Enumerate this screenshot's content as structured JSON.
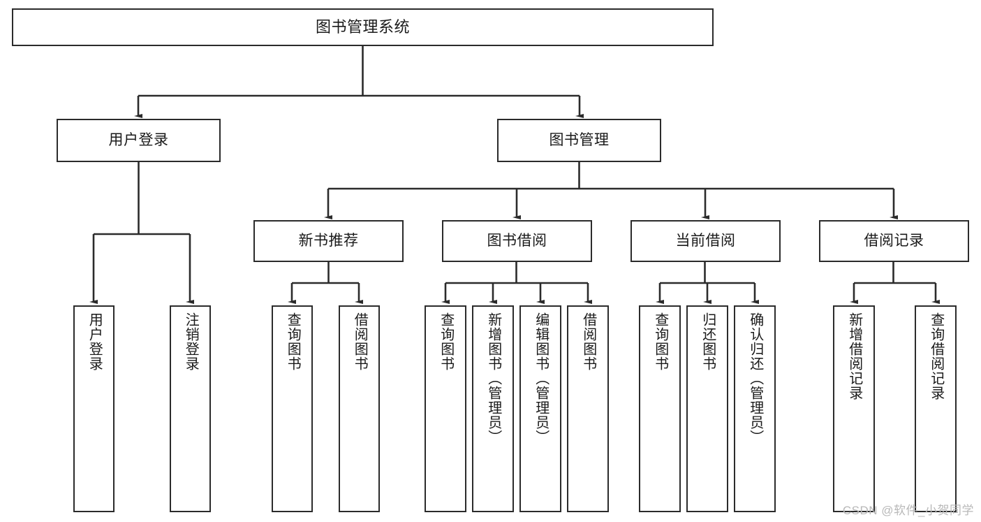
{
  "diagram": {
    "title": "图书管理系统",
    "type": "hierarchy-tree",
    "watermark": "CSDN @软件_小贺同学",
    "colors": {
      "node_border": "#2b2b2b",
      "node_fill": "#ffffff",
      "edge": "#2b2b2b",
      "text": "#1a1a1a",
      "watermark": "#b8b8b8",
      "background": "#ffffff"
    },
    "nodes": {
      "root": {
        "label": "图书管理系统"
      },
      "level2": [
        {
          "label": "用户登录"
        },
        {
          "label": "图书管理"
        }
      ],
      "level3": [
        {
          "label": "新书推荐"
        },
        {
          "label": "图书借阅"
        },
        {
          "label": "当前借阅"
        },
        {
          "label": "借阅记录"
        }
      ],
      "leaves": {
        "user_login": [
          {
            "label": "用户登录"
          },
          {
            "label": "注销登录"
          }
        ],
        "new_book_recommend": [
          {
            "label": "查询图书"
          },
          {
            "label": "借阅图书"
          }
        ],
        "book_borrow": [
          {
            "label": "查询图书"
          },
          {
            "label": "新增图书（管理员）"
          },
          {
            "label": "编辑图书（管理员）"
          },
          {
            "label": "借阅图书"
          }
        ],
        "current_borrow": [
          {
            "label": "查询图书"
          },
          {
            "label": "归还图书"
          },
          {
            "label": "确认归还（管理员）"
          }
        ],
        "borrow_record": [
          {
            "label": "新增借阅记录"
          },
          {
            "label": "查询借阅记录"
          }
        ]
      }
    }
  }
}
